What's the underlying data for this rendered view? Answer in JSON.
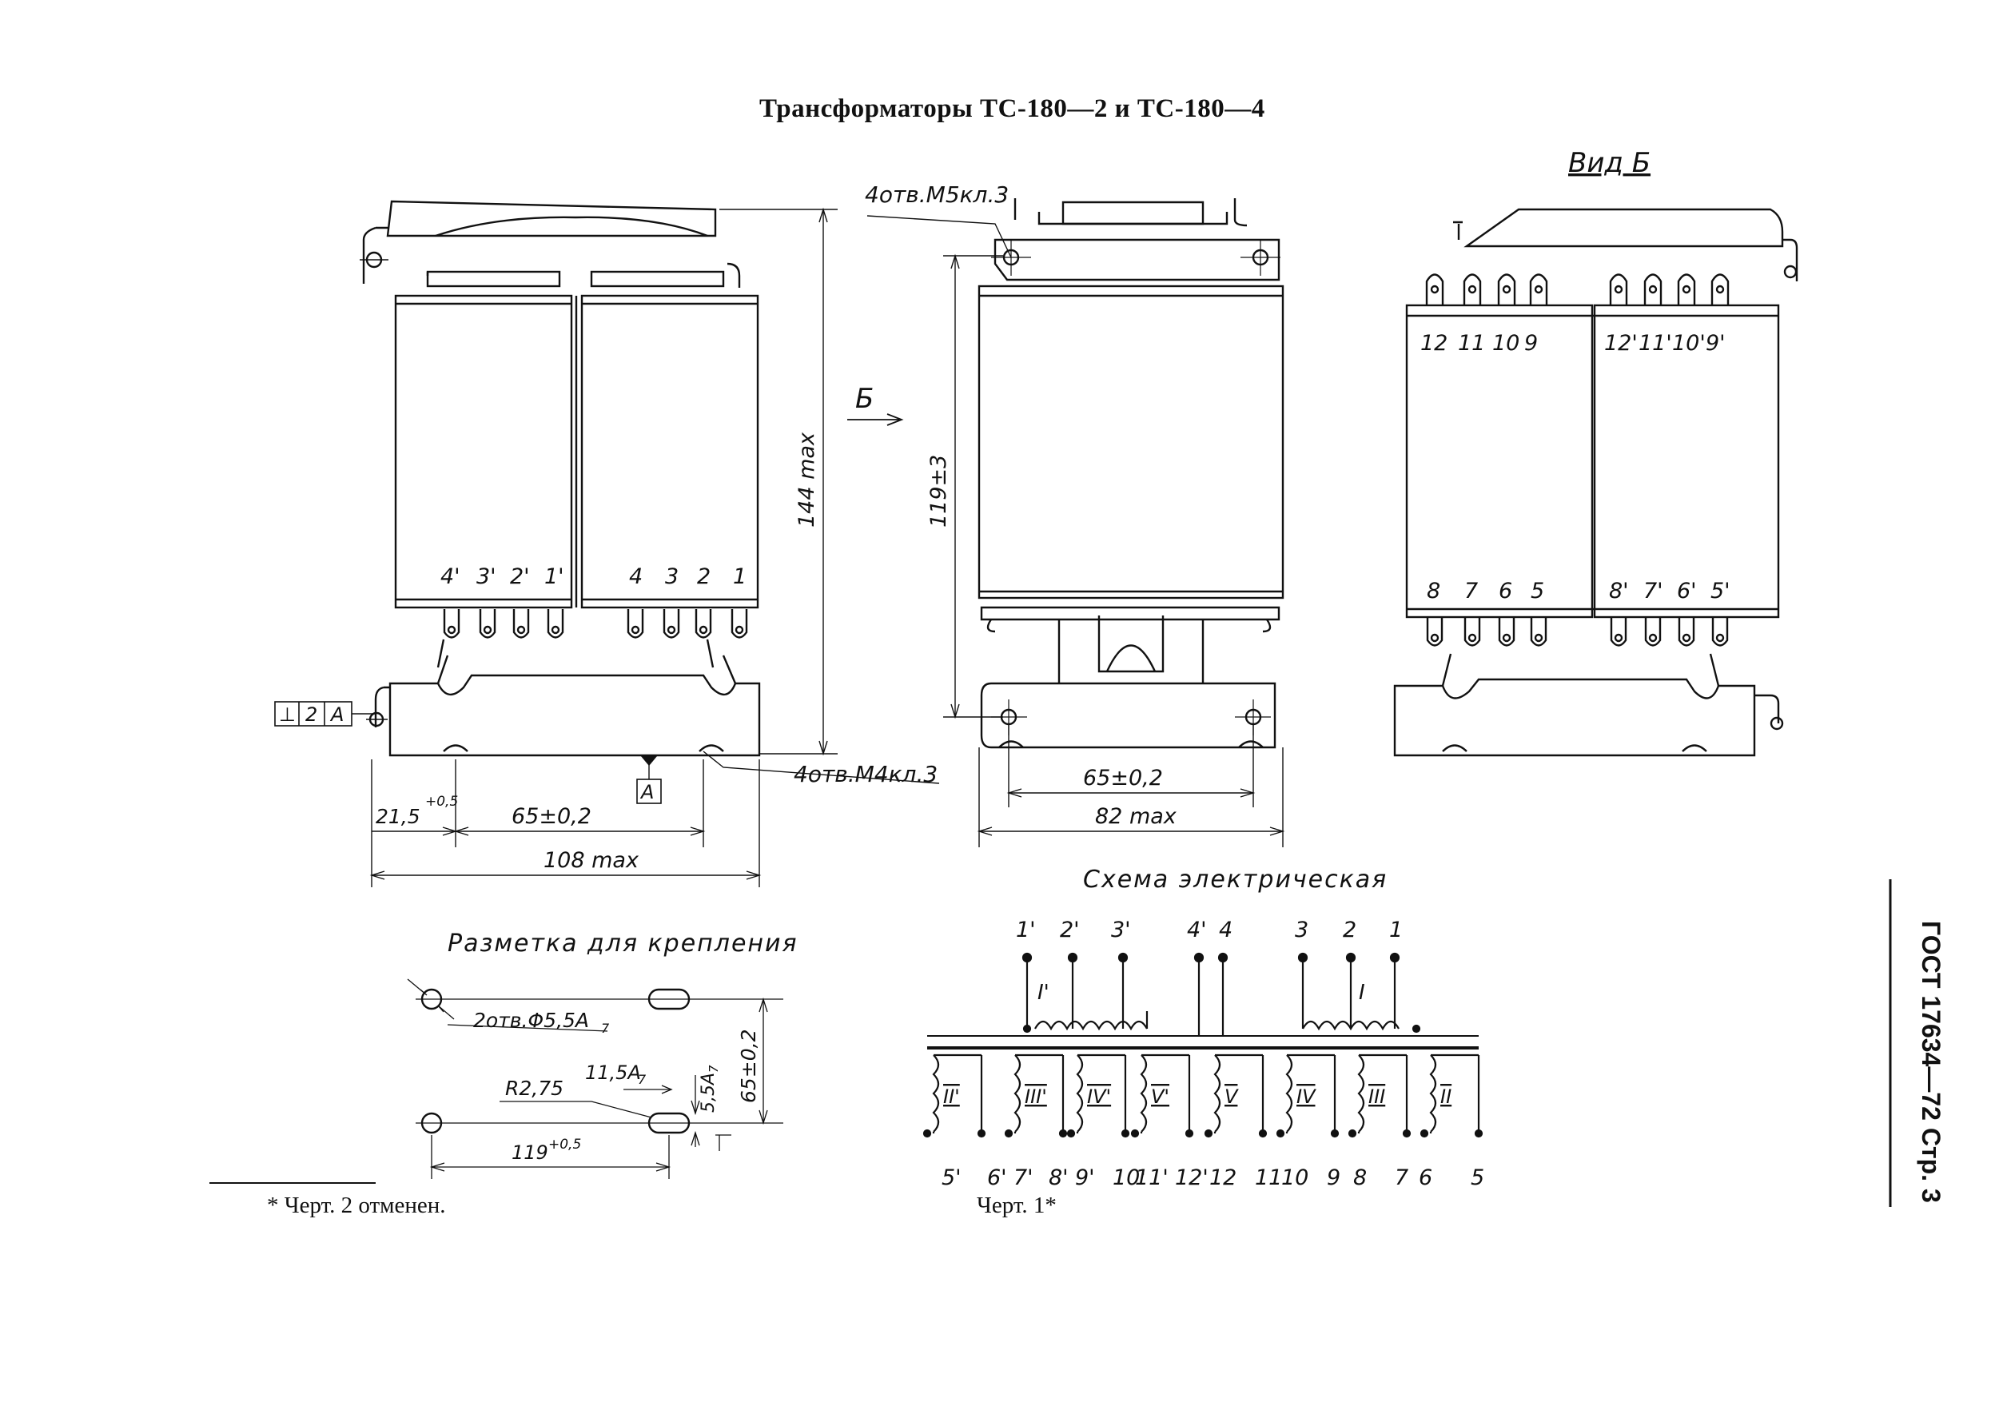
{
  "title": "Трансформаторы ТС-180—2 и ТС-180—4",
  "front_view": {
    "labels": {
      "mount_holes": "4отв.M4кл.3",
      "height": "144 max",
      "pitch": "65±0,2",
      "offset": "21,5",
      "offset_tol": "+0,5",
      "width": "108 max"
    },
    "datum_frame": [
      "⊥",
      "2",
      "A"
    ],
    "datum_letter": "A",
    "terminals_left": [
      "4'",
      "3'",
      "2'",
      "1'"
    ],
    "terminals_right": [
      "4",
      "3",
      "2",
      "1"
    ],
    "arrow_label": "Б"
  },
  "side_view": {
    "labels": {
      "top_holes": "4отв.M5кл.3",
      "height": "119±3",
      "pitch": "65±0,2",
      "width": "82 max"
    }
  },
  "view_b": {
    "title": "Вид Б",
    "top_left": [
      "12",
      "11",
      "10",
      "9"
    ],
    "top_right": [
      "12'",
      "11'",
      "10'",
      "9'"
    ],
    "bottom_left": [
      "8",
      "7",
      "6",
      "5"
    ],
    "bottom_right": [
      "8'",
      "7'",
      "6'",
      "5'"
    ]
  },
  "mounting": {
    "title": "Разметка для крепления",
    "holes": "2отв.Φ5,5A",
    "holes_sub": "7",
    "radius": "R2,75",
    "slot_len": "11,5A",
    "slot_len_sub": "7",
    "slot_w": "5,5A",
    "slot_w_sub": "7",
    "pitch": "65±0,2",
    "base": "119",
    "base_tol": "+0,5"
  },
  "schematic": {
    "title": "Схема электрическая",
    "top_left": [
      "1'",
      "2'",
      "3'",
      "4'"
    ],
    "top_right": [
      "4",
      "3",
      "2",
      "1"
    ],
    "primary_left": "I'",
    "primary_right": "I",
    "coils": [
      "II'",
      "III'",
      "IV'",
      "V'",
      "V",
      "IV",
      "III",
      "II"
    ],
    "bottom": [
      "5'",
      "6'",
      "7'",
      "8'",
      "9'",
      "10'",
      "11'",
      "12'",
      "12",
      "11",
      "10",
      "9",
      "8",
      "7",
      "6",
      "5"
    ]
  },
  "footnote": "* Черт. 2 отменен.",
  "caption": "Черт. 1*",
  "gost": "ГОСТ 17634—72 Стр. 3"
}
